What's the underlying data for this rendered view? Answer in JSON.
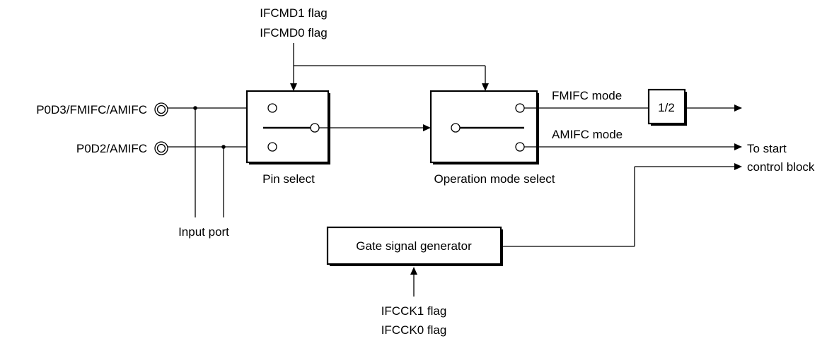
{
  "diagram": {
    "pins": {
      "pin1": "P0D3/FMIFC/AMIFC",
      "pin2": "P0D2/AMIFC"
    },
    "flags_top": [
      "IFCMD1 flag",
      "IFCMD0 flag"
    ],
    "flags_bottom": [
      "IFCCK1 flag",
      "IFCCK0 flag"
    ],
    "blocks": {
      "pin_select_label": "Pin select",
      "operation_mode_label": "Operation mode select",
      "divider_label": "1/2",
      "gate_generator_label": "Gate signal generator"
    },
    "labels": {
      "input_port": "Input port",
      "fmifc_mode": "FMIFC mode",
      "amifc_mode": "AMIFC mode",
      "output_line1": "To start",
      "output_line2": "control block"
    }
  }
}
